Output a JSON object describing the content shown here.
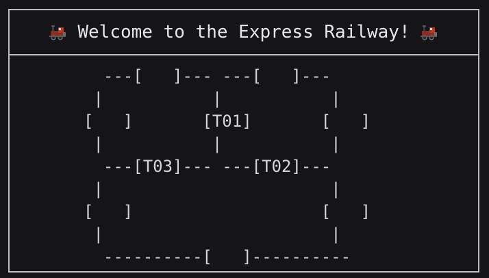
{
  "header": {
    "title": "Welcome to the Express Railway!",
    "left_icon": "train-icon",
    "right_icon": "train-icon"
  },
  "map": {
    "lines": [
      "  ---[   ]--- ---[   ]---",
      " |           |           |",
      "[   ]       [T01]       [   ]",
      " |           |           |",
      "  ---[T03]--- ---[T02]---",
      " |                       |",
      "[   ]                   [   ]",
      " |                       |",
      "  ----------[   ]----------"
    ]
  },
  "colors": {
    "background": "#151419",
    "border": "#bdbdbd",
    "text": "#d6d6d6"
  }
}
